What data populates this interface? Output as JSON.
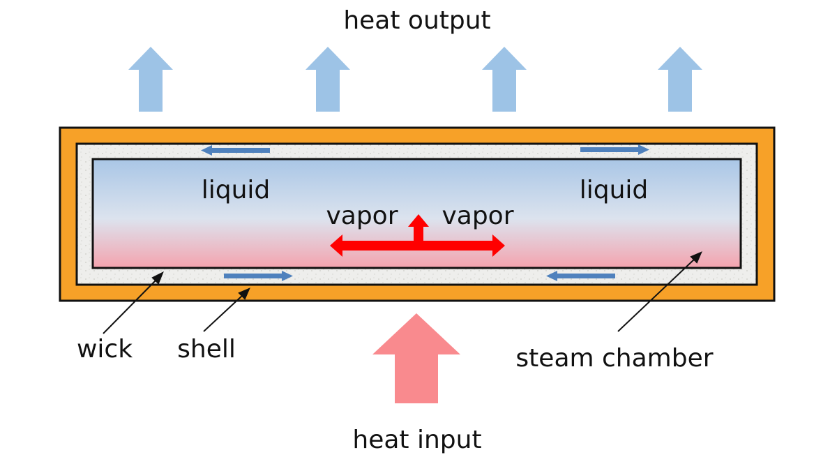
{
  "labels": {
    "heat_output": "heat output",
    "heat_input": "heat input",
    "liquid_left": "liquid",
    "liquid_right": "liquid",
    "vapor_left": "vapor",
    "vapor_right": "vapor",
    "wick": "wick",
    "shell": "shell",
    "steam_chamber": "steam chamber"
  },
  "colors": {
    "shell": "#F7A128",
    "wick": "#EEEEEC",
    "chamber_top": "#A9C6E6",
    "chamber_bottom": "#F4A3AE",
    "heat_output_arrow": "#9DC3E6",
    "heat_input_arrow": "#F98A8E",
    "vapor_arrow": "#FF0000",
    "liquid_flow_arrow": "#4F81BD",
    "outline": "#111111"
  }
}
